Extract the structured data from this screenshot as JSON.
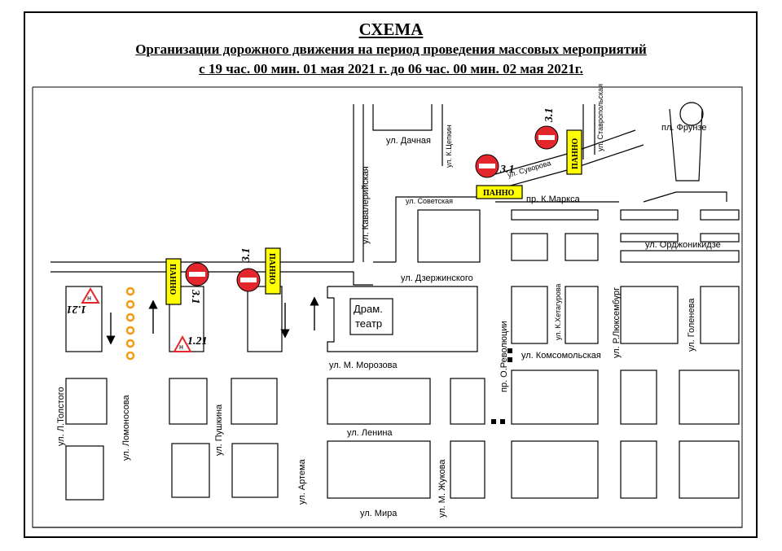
{
  "header": {
    "title": "СХЕМА",
    "line2": "Организации дорожного движения на период проведения массовых мероприятий",
    "line3": "с 19 час. 00 мин. 01 мая 2021 г. до 06 час. 00 мин.  02 мая 2021г."
  },
  "streets": {
    "dachnaya": "ул. Дачная",
    "tsepkin": "ул. К.Цепкин",
    "suvorova": "ул. Суворова",
    "stavropolskaya": "ул. Ставропольская",
    "frunze": "пл. Фрунзе",
    "sovetskaya": "ул. Советская",
    "marksa": "пр. К.Маркса",
    "kavaleriyskaya": "ул. Кавалерийская",
    "ordzhonikidze": "ул. Орджоникидзе",
    "dzerzhinskogo": "ул. Дзержинского",
    "khetagurova": "ул. К.Хетагурова",
    "luxemburg": "ул. Р.Люксембург",
    "goleneva": "ул. Голенева",
    "revolyutsii": "пр. О.Революции",
    "komsomolskaya": "ул. Комсомольская",
    "morozova": "ул. М. Морозова",
    "tolstogo": "ул. Л.Толстого",
    "lomonosova": "ул. Ломоносова",
    "pushkina": "ул. Пушкина",
    "artema": "ул. Артема",
    "lenina": "ул. Ленина",
    "zhukova": "ул. М. Жукова",
    "mira": "ул. Мира"
  },
  "landmarks": {
    "theater_line1": "Драм.",
    "theater_line2": "театр"
  },
  "signs": {
    "panno": "ПАННО",
    "no_entry_code": "3.1",
    "children_code": "1.21"
  },
  "colors": {
    "sign_red": "#e3262b",
    "panno_yellow": "#ffff00",
    "cone_orange": "#f39c12"
  }
}
